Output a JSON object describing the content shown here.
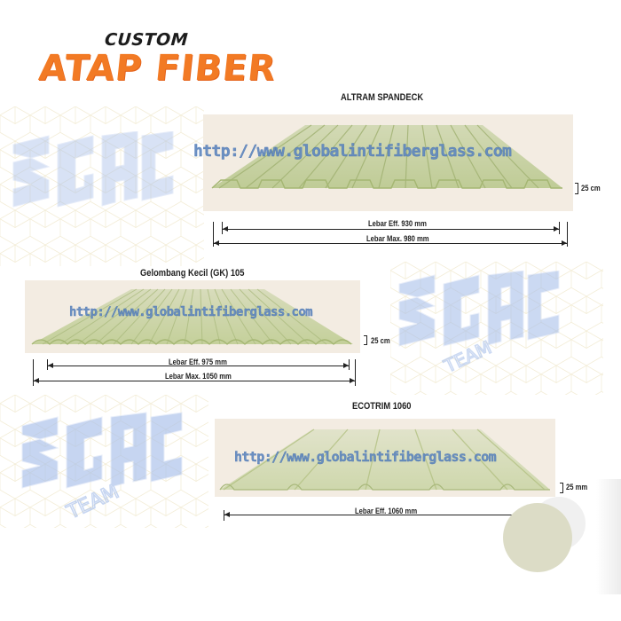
{
  "header": {
    "subtitle": "CUSTOM",
    "title": "ATAP FIBER"
  },
  "watermark": {
    "url": "http://www.globalintifiberglass.com",
    "logo_text": "3GAC",
    "logo_subtext": "TEAM"
  },
  "products": [
    {
      "name": "ALTRAM SPANDECK",
      "height_label": "25 cm",
      "effective_width_label": "Lebar Eff. 930 mm",
      "max_width_label": "Lebar Max. 980 mm"
    },
    {
      "name": "Gelombang Kecil (GK) 105",
      "height_label": "25 cm",
      "effective_width_label": "Lebar Eff. 975 mm",
      "max_width_label": "Lebar Max. 1050 mm"
    },
    {
      "name": "ECOTRIM 1060",
      "height_label": "25 mm",
      "effective_width_label": "Lebar Eff. 1060 mm"
    }
  ],
  "colors": {
    "title_orange": "#f27a24",
    "panel_bg": "#f3ece2",
    "sheet_green": "#b9c98f",
    "watermark_blue": "#5d86bf",
    "swatch": "#dcdcc6"
  }
}
